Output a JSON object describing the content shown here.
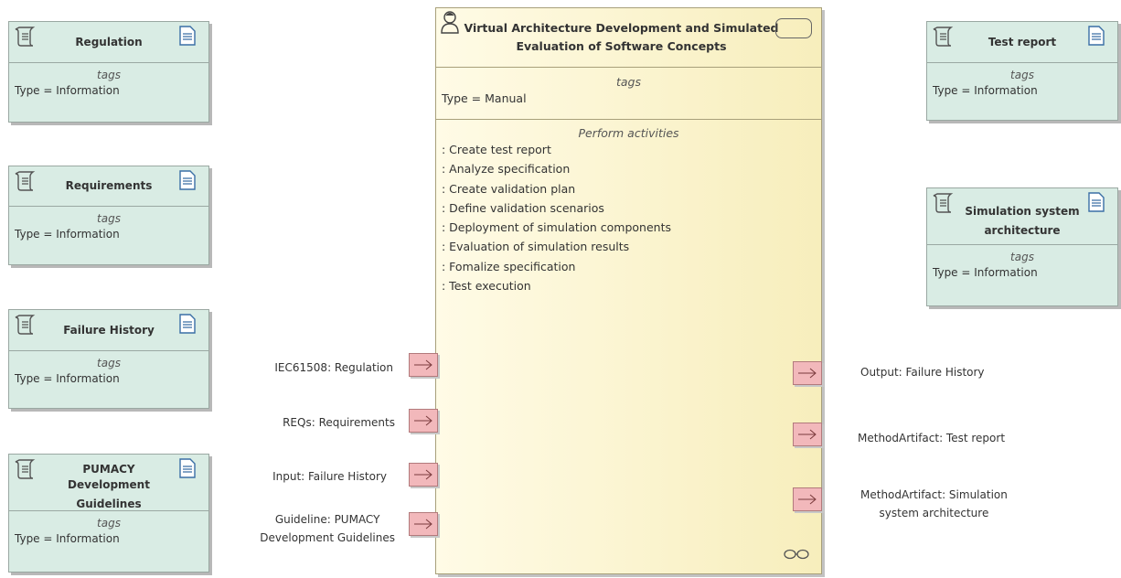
{
  "artifacts": {
    "regulation": {
      "name": "Regulation",
      "tags": "tags",
      "type": "Type = Information"
    },
    "requirements": {
      "name": "Requirements",
      "tags": "tags",
      "type": "Type = Information"
    },
    "failure_history": {
      "name": "Failure History",
      "tags": "tags",
      "type": "Type = Information"
    },
    "pumacy_guidelines": {
      "name_line1": "PUMACY Development",
      "name_line2": "Guidelines",
      "tags": "tags",
      "type": "Type = Information"
    },
    "test_report": {
      "name": "Test report",
      "tags": "tags",
      "type": "Type = Information"
    },
    "sim_architecture": {
      "name_line1": "Simulation system",
      "name_line2": "architecture",
      "tags": "tags",
      "type": "Type = Information"
    }
  },
  "activity": {
    "title_line1": "Virtual Architecture Development and Simulated",
    "title_line2": "Evaluation of Software Concepts",
    "tags_header": "tags",
    "type": "Type = Manual",
    "ops_header": "Perform activities",
    "operations": [
      ": Create test report",
      ": Analyze specification",
      ": Create validation plan",
      ": Define validation scenarios",
      ": Deployment of simulation components",
      ": Evaluation of simulation results",
      ": Fomalize specification",
      ": Test execution"
    ]
  },
  "input_pins": {
    "regulation": "IEC61508: Regulation",
    "requirements": "REQs: Requirements",
    "failure_history": "Input: Failure History",
    "guideline_line1": "Guideline: PUMACY",
    "guideline_line2": "Development Guidelines"
  },
  "output_pins": {
    "failure_history": "Output: Failure History",
    "test_report": "MethodArtifact: Test report",
    "sim_line1": "MethodArtifact: Simulation",
    "sim_line2": "system architecture"
  }
}
